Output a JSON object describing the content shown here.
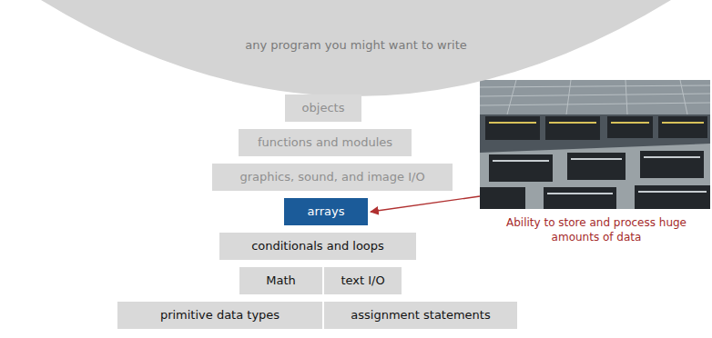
{
  "diagram": {
    "nodes": [
      {
        "text": [
          "any program you might want to write"
        ]
      },
      {
        "text": [
          "objects"
        ]
      },
      {
        "text": [
          "functions and modules"
        ]
      },
      {
        "text": [
          "graphics, sound, and image I/O"
        ]
      },
      {
        "text": [
          "arrays"
        ]
      },
      {
        "text": [
          "conditionals and loops"
        ]
      },
      {
        "text": [
          "Math"
        ]
      },
      {
        "text": [
          "text I/O"
        ]
      },
      {
        "text": [
          "primitive data types"
        ]
      },
      {
        "text": [
          "assignment statements"
        ]
      }
    ],
    "labels": [
      "Ability to store and process huge amounts of data"
    ]
  }
}
